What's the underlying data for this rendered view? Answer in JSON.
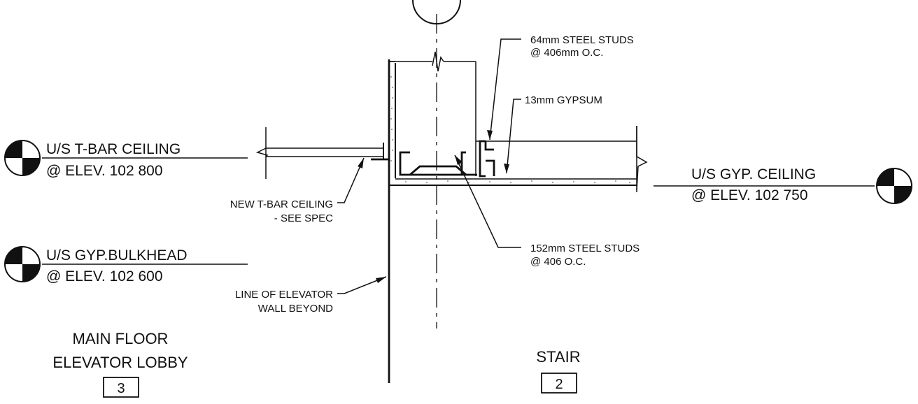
{
  "notes": {
    "studs_64": [
      "64mm STEEL STUDS",
      "@ 406mm O.C."
    ],
    "gypsum_13": "13mm GYPSUM",
    "new_tbar": [
      "NEW T-BAR CEILING",
      "- SEE SPEC"
    ],
    "studs_152": [
      "152mm STEEL STUDS",
      "@ 406 O.C."
    ],
    "elevator_wall": [
      "LINE OF ELEVATOR",
      "WALL BEYOND"
    ]
  },
  "elevations": {
    "tbar_ceiling": [
      "U/S T-BAR CEILING",
      "@ ELEV. 102 800"
    ],
    "gyp_ceiling": [
      "U/S GYP. CEILING",
      "@ ELEV. 102 750"
    ],
    "gyp_bulkhead": [
      "U/S GYP.BULKHEAD",
      "@ ELEV. 102 600"
    ]
  },
  "rooms": {
    "lobby": {
      "name": [
        "MAIN FLOOR",
        "ELEVATOR LOBBY"
      ],
      "number": "3"
    },
    "stair": {
      "name": [
        "STAIR"
      ],
      "number": "2"
    }
  }
}
